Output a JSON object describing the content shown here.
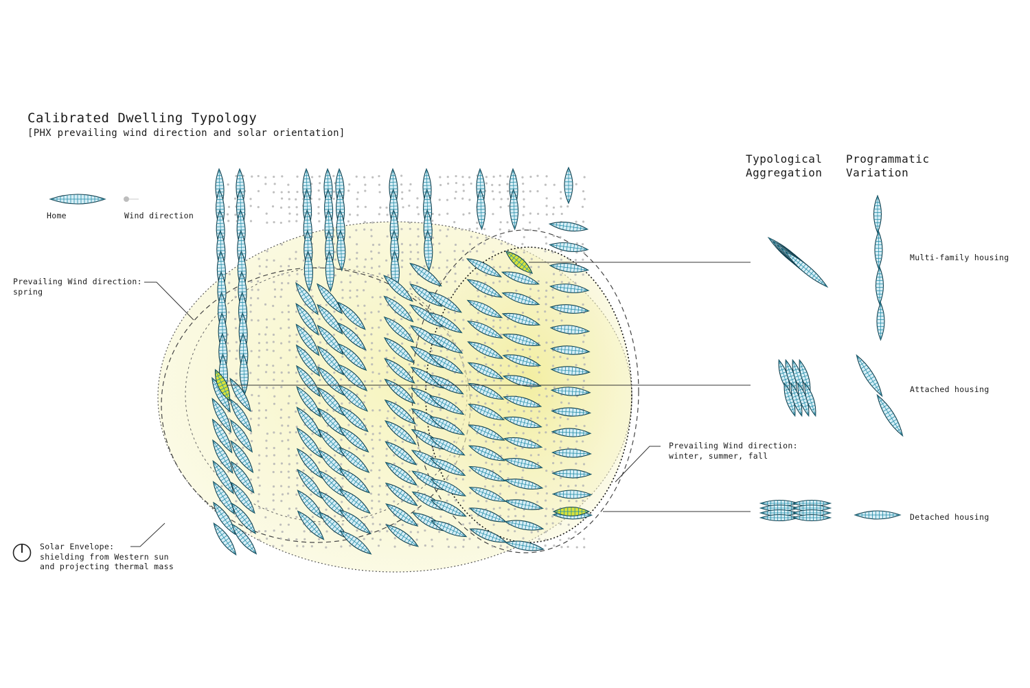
{
  "title": "Calibrated Dwelling Typology",
  "subtitle": "[PHX prevailing wind direction and solar orientation]",
  "legend": {
    "home": "Home",
    "wind": "Wind direction",
    "home_icon": "leaf-shaped-home-icon",
    "wind_icon": "grey-dot-with-tail-icon"
  },
  "annotations": {
    "spring_wind": "Prevailing Wind direction:\nspring",
    "other_wind": "Prevailing Wind direction:\nwinter, summer, fall",
    "solar_envelope": "Solar Envelope:\nshielding from Western sun\nand projecting thermal mass"
  },
  "columns": {
    "aggregation": "Typological\nAggregation",
    "variation": "Programmatic\nVariation"
  },
  "types": [
    {
      "label": "Multi-family housing"
    },
    {
      "label": "Attached housing"
    },
    {
      "label": "Detached housing"
    }
  ],
  "colors": {
    "home_fill": "#d6eef6",
    "home_stroke": "#0f3a48",
    "home_teal": "#1f8aa6",
    "highlight": "#d8e23a",
    "envelope_fill": "#f7f5c8",
    "wind_dot": "#b5b5b5"
  }
}
